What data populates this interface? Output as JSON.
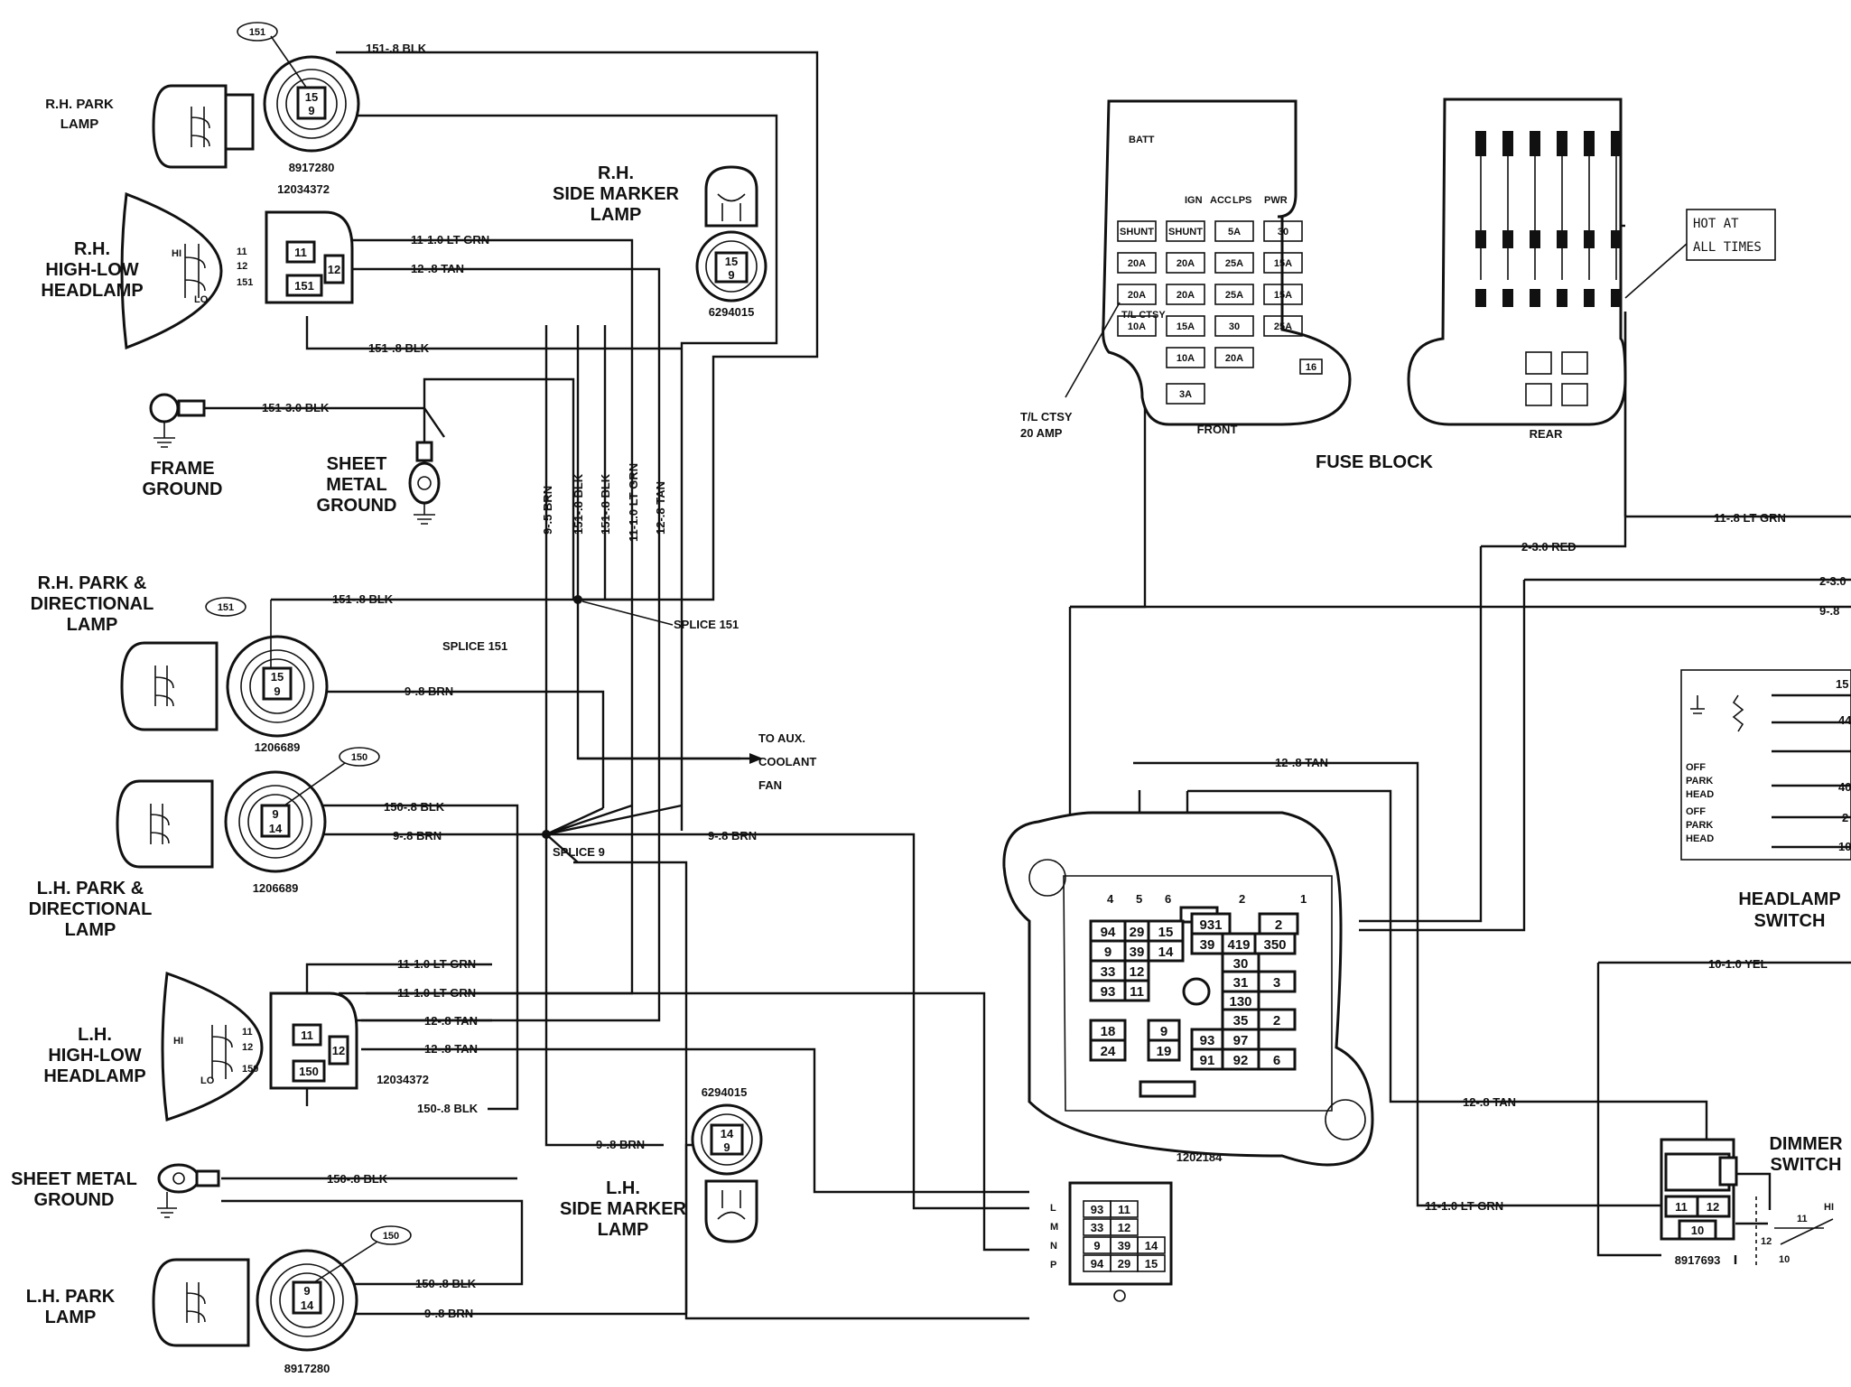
{
  "components": {
    "rh_park_lamp": {
      "name_l1": "R.H. PARK",
      "name_l2": "LAMP",
      "part_no": "8917280",
      "circuit": "151",
      "pins": [
        "15",
        "9"
      ]
    },
    "rh_headlamp": {
      "name_l1": "R.H.",
      "name_l2": "HIGH-LOW",
      "name_l3": "HEADLAMP",
      "part_no": "12034372",
      "hi": "HI",
      "lo": "LO",
      "pins": [
        "11",
        "12",
        "151"
      ]
    },
    "frame_ground": {
      "name_l1": "FRAME",
      "name_l2": "GROUND"
    },
    "sheet_metal_ground_rh": {
      "name_l1": "SHEET",
      "name_l2": "METAL",
      "name_l3": "GROUND"
    },
    "rh_side_marker": {
      "name_l1": "R.H.",
      "name_l2": "SIDE MARKER",
      "name_l3": "LAMP",
      "part_no": "6294015",
      "pins": [
        "15",
        "9"
      ]
    },
    "rh_park_dir": {
      "name_l1": "R.H. PARK &",
      "name_l2": "DIRECTIONAL",
      "name_l3": "LAMP",
      "part_no": "1206689",
      "circuit": "151",
      "pins": [
        "15",
        "9"
      ]
    },
    "lh_park_dir": {
      "name_l1": "L.H. PARK &",
      "name_l2": "DIRECTIONAL",
      "name_l3": "LAMP",
      "part_no": "1206689",
      "circuit": "150",
      "pins": [
        "9",
        "14"
      ]
    },
    "lh_headlamp": {
      "name_l1": "L.H.",
      "name_l2": "HIGH-LOW",
      "name_l3": "HEADLAMP",
      "part_no": "12034372",
      "hi": "HI",
      "lo": "LO",
      "pins": [
        "11",
        "12",
        "150"
      ]
    },
    "sheet_metal_ground_lh": {
      "name_l1": "SHEET METAL",
      "name_l2": "GROUND"
    },
    "lh_side_marker": {
      "name_l1": "L.H.",
      "name_l2": "SIDE MARKER",
      "name_l3": "LAMP",
      "part_no": "6294015",
      "pins": [
        "14",
        "9"
      ]
    },
    "lh_park_lamp": {
      "name_l1": "L.H. PARK",
      "name_l2": "LAMP",
      "part_no": "8917280",
      "circuit": "150",
      "pins": [
        "9",
        "14"
      ]
    },
    "fuse_block": {
      "title": "FUSE BLOCK",
      "front": "FRONT",
      "rear": "REAR",
      "tl_ctsy_l1": "T/L CTSY",
      "tl_ctsy_l2": "20 AMP",
      "tl_ctsy_inner": "T/L CTSY",
      "hot_l1": "HOT AT",
      "hot_l2": "ALL TIMES"
    },
    "bulkhead": {
      "part_no": "1202184"
    },
    "headlamp_switch": {
      "name_l1": "HEADLAMP",
      "name_l2": "SWITCH",
      "modes": [
        "OFF",
        "PARK",
        "HEAD",
        "OFF",
        "PARK",
        "HEAD"
      ],
      "pins": [
        "15",
        "44",
        "40",
        "2",
        "10"
      ]
    },
    "dimmer_switch": {
      "name_l1": "DIMMER",
      "name_l2": "SWITCH",
      "part_no": "8917693",
      "pins": [
        "11",
        "12",
        "10"
      ],
      "hi": "HI",
      "pins2": [
        "11",
        "12",
        "10"
      ]
    },
    "lower_connector": {
      "rows": [
        "L",
        "M",
        "N",
        "P"
      ]
    }
  },
  "wires": {
    "w151_08_blk": "151-.8 BLK",
    "w11_10_ltgrn": "11-1.0 LT GRN",
    "w12_08_tan": "12-.8 TAN",
    "w151_30_blk": "151-3.0 BLK",
    "w9_08_brn": "9-.8 BRN",
    "w150_08_blk": "150-.8 BLK",
    "w9_5_brn": "9-.5 BRN",
    "w151_8_blk": "151-.8 BLK",
    "w11_1_ltgrn": "11-1.0 LT GRN",
    "w12_8_tan": "12-.8 TAN",
    "w11_08_ltgrn": "11-.8 LT GRN",
    "w2_30_red": "2-3.0 RED",
    "w2_30": "2-3.0",
    "w9_8": "9-.8",
    "w10_10_yel": "10-1.0 YEL"
  },
  "splices": {
    "splice151": "SPLICE 151",
    "splice151_b": "SPLICE 151",
    "splice9": "SPLICE 9",
    "aux_l1": "TO AUX.",
    "aux_l2": "COOLANT",
    "aux_l3": "FAN"
  },
  "bulkhead_cells": {
    "c931": "931",
    "c2": "2",
    "c94": "94",
    "c29": "29",
    "c15": "15",
    "c39": "39",
    "c419": "419",
    "c350": "350",
    "c9": "9",
    "c39b": "39",
    "c14": "14",
    "c30": "30",
    "c33": "33",
    "c12": "12",
    "c31": "31",
    "c3": "3",
    "c93": "93",
    "c11": "11",
    "c130": "130",
    "c18": "18",
    "c9b": "9",
    "c35": "35",
    "c2b": "2",
    "c93b": "93",
    "c97": "97",
    "c24": "24",
    "c19": "19",
    "c91": "91",
    "c92": "92",
    "c6": "6"
  },
  "lower_conn_cells": [
    "93",
    "11",
    "33",
    "12",
    "9",
    "39",
    "14",
    "94",
    "29",
    "15"
  ],
  "fuses": {
    "batt": "BATT",
    "ign": "IGN",
    "acc": "ACC",
    "lps": "LPS",
    "pwr": "PWR",
    "shunt": "SHUNT",
    "shunt2": "SHUNT",
    "f5a": "5A",
    "f30": "30",
    "f20a": "20A",
    "f20a2": "20A",
    "f25a": "25A",
    "f15a": "15A",
    "f10a": "10A",
    "f15a2": "15A",
    "f30b": "30",
    "f25a2": "25A",
    "f20ab": "20A",
    "f20a3": "20A",
    "f25a3": "25A",
    "f15a3": "15A",
    "f10a2": "10A",
    "f20a4": "20A",
    "f3a": "3A",
    "f16": "16"
  }
}
